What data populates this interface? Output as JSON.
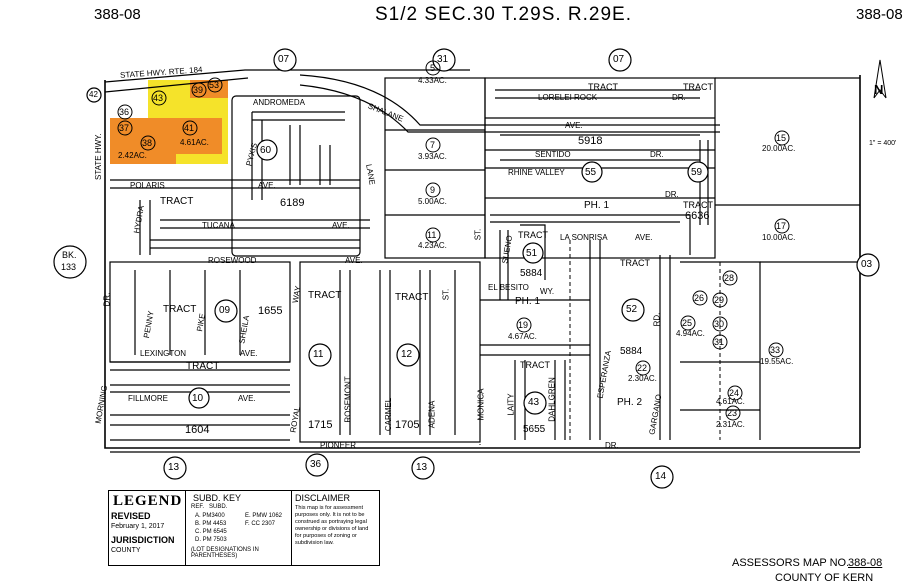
{
  "header": {
    "left_code": "388-08",
    "right_code": "388-08",
    "title": "S1/2 SEC.30 T.29S. R.29E."
  },
  "north": {
    "letter": "N",
    "scale": "1\" = 400'"
  },
  "streets": {
    "state_hwy_rte": "STATE HWY. RTE. 184",
    "state_hwy": "STATE HWY.",
    "andromeda": "ANDROMEDA",
    "shalane": "SHALANE",
    "lorelei_rock": "LORELEI ROCK",
    "dr1": "DR.",
    "ave1": "AVE.",
    "sentido": "SENTIDO",
    "dr2": "DR.",
    "polaris": "POLARIS",
    "ave2": "AVE.",
    "pyxis": "PYXIS",
    "hydra": "HYDRA",
    "ct": "CT.",
    "tucana": "TUCANA",
    "ave3": "AVE.",
    "lane": "LANE",
    "rhine_valley": "RHINE VALLEY",
    "dr3": "DR.",
    "la_sonrisa": "LA SONRISA",
    "ave4": "AVE.",
    "sueno": "SUENO",
    "el_besito": "EL BESITO",
    "wy": "WY.",
    "rosewood": "ROSEWOOD",
    "ave5": "AVE.",
    "st1": "ST.",
    "st2": "ST.",
    "morning": "MORNING",
    "dr4": "DR.",
    "penny": "PENNY",
    "pike": "PIKE",
    "sheila": "SHEILA",
    "royal": "ROYAL",
    "way": "WAY",
    "lexington": "LEXINGTON",
    "ave6": "AVE.",
    "fillmore": "FILLMORE",
    "ave7": "AVE.",
    "rosemount": "ROSEMONT",
    "carmel": "CARMEL",
    "adena": "ADENA",
    "monica": "MONICA",
    "laity": "LAITY",
    "darlgren": "DAHLGREN",
    "esperanza": "ESPERANZA",
    "garcano": "GARGANO",
    "rd": "RD.",
    "pioneer": "PIONEER",
    "dr5": "DR."
  },
  "tracts": {
    "t5918": "5918",
    "t6189": "6189",
    "t6636": "6636",
    "t5884a": "5884",
    "t5884b": "5884",
    "t1655": "1655",
    "t1715": "1715",
    "t1705": "1705",
    "t1604": "1604",
    "t5655": "5655",
    "tract": "TRACT",
    "ph1": "PH. 1",
    "ph2": "PH. 2"
  },
  "parcels": {
    "p5": "5",
    "p5ac": "4.33AC.",
    "p7": "7",
    "p7ac": "3.93AC.",
    "p9": "9",
    "p9ac": "5.00AC.",
    "p11": "11",
    "p11ac": "4.23AC.",
    "p15": "15",
    "p15ac": "20.00AC.",
    "p17": "17",
    "p17ac": "10.00AC.",
    "p19": "19",
    "p19ac": "4.67AC.",
    "p22": "22",
    "p22ac": "2.30AC.",
    "p23": "23",
    "p23ac": "2.31AC.",
    "p24": "24",
    "p24ac": "4.61AC.",
    "p25": "25",
    "p25ac": "4.94AC.",
    "p33": "33",
    "p33ac": "19.55AC.",
    "p38ac": "2.42AC.",
    "p41ac": "4.61AC.",
    "p26": "26",
    "p28": "28",
    "p29": "29",
    "p30": "30",
    "p31": "31",
    "p36": "36",
    "p37": "37",
    "p38": "38",
    "p39": "39",
    "p41": "41",
    "p43": "43",
    "p53": "53",
    "p42": "42"
  },
  "circles": {
    "c60": "60",
    "c55": "55",
    "c59": "59",
    "c51": "51",
    "c52": "52",
    "c43": "43",
    "c09": "09",
    "c10": "10",
    "c11": "11",
    "c12": "12",
    "c13a": "13",
    "c13b": "13",
    "c36": "36",
    "c14": "14",
    "c07a": "07",
    "c07b": "07",
    "c31": "31",
    "c03": "03",
    "bk": "BK.",
    "bk133": "133"
  },
  "legend": {
    "legend_title": "LEGEND",
    "revised": "REVISED",
    "revised_date": "February 1, 2017",
    "jurisdiction": "JURISDICTION",
    "county": "COUNTY",
    "subd_key": "SUBD. KEY",
    "ref": "REF.",
    "subd": "SUBD.",
    "rows": [
      "A.  PM3400",
      "B.  PM 4453",
      "C.  PM 6545",
      "D.  PM 7503"
    ],
    "rows2": [
      "E.  PMW 1062",
      "F.  CC 2307"
    ],
    "lot_note": "(LOT DESIGNATIONS IN PARENTHESES)",
    "disclaimer": "DISCLAIMER",
    "disclaimer_text": "This map is for assessment purposes only. It is not to be construed as portraying legal ownership or divisions of land for purposes of zoning or subdivision law."
  },
  "footer": {
    "map_no_label": "ASSESSORS MAP NO.",
    "map_no": "388-08",
    "county": "COUNTY OF KERN"
  },
  "colors": {
    "orange": "#f08c28",
    "yellow": "#f5e32a",
    "line": "#000000"
  }
}
